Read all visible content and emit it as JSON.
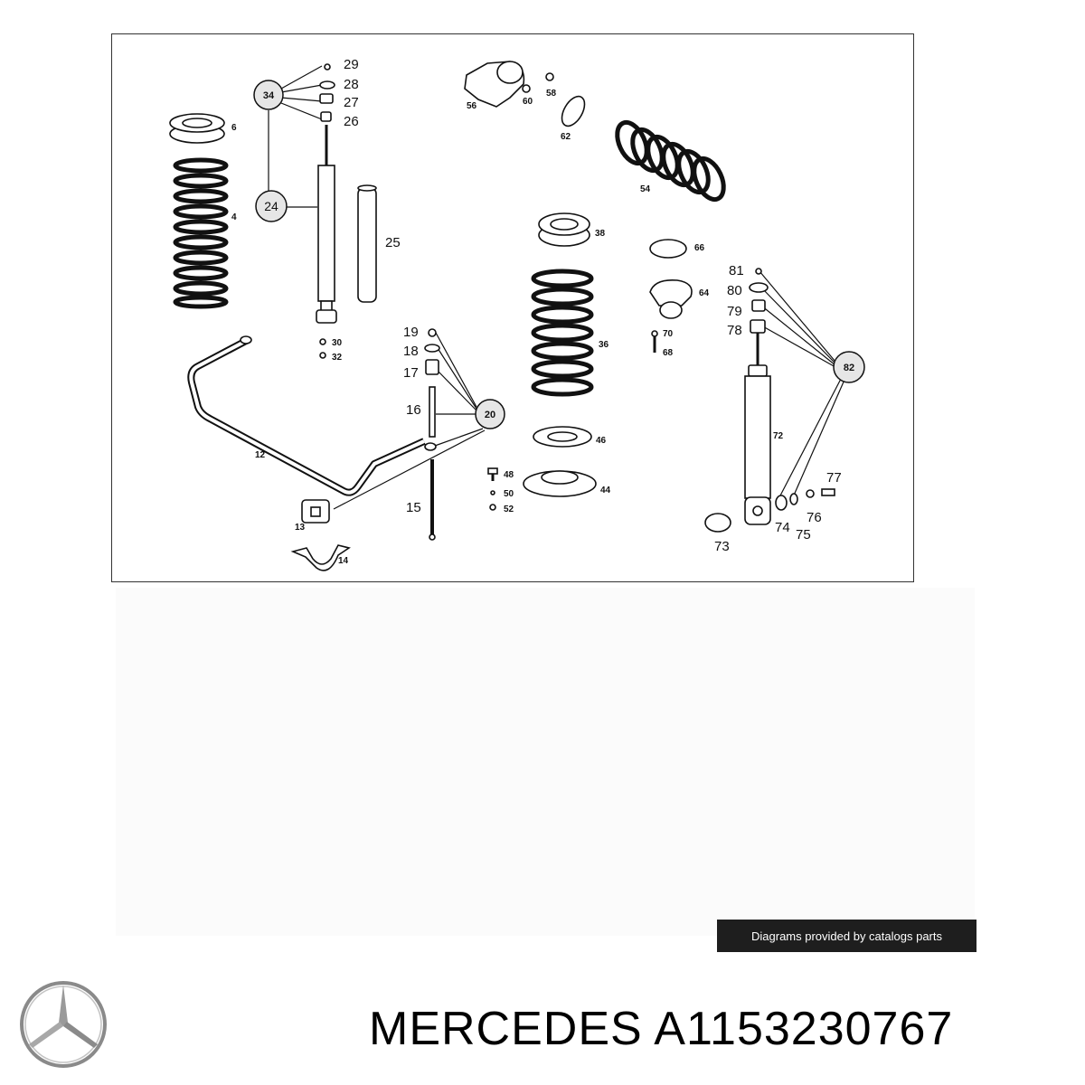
{
  "diagram": {
    "callouts": [
      {
        "id": "34",
        "text": "34"
      },
      {
        "id": "24",
        "text": "24"
      },
      {
        "id": "20",
        "text": "20"
      },
      {
        "id": "82",
        "text": "82"
      }
    ],
    "labels": [
      {
        "id": "29",
        "text": "29"
      },
      {
        "id": "28",
        "text": "28"
      },
      {
        "id": "27",
        "text": "27"
      },
      {
        "id": "26",
        "text": "26"
      },
      {
        "id": "6",
        "text": "6"
      },
      {
        "id": "4",
        "text": "4"
      },
      {
        "id": "25",
        "text": "25"
      },
      {
        "id": "30",
        "text": "30"
      },
      {
        "id": "32",
        "text": "32"
      },
      {
        "id": "12",
        "text": "12"
      },
      {
        "id": "13",
        "text": "13"
      },
      {
        "id": "14",
        "text": "14"
      },
      {
        "id": "19",
        "text": "19"
      },
      {
        "id": "18",
        "text": "18"
      },
      {
        "id": "17",
        "text": "17"
      },
      {
        "id": "16",
        "text": "16"
      },
      {
        "id": "15",
        "text": "15"
      },
      {
        "id": "56",
        "text": "56"
      },
      {
        "id": "60",
        "text": "60"
      },
      {
        "id": "58",
        "text": "58"
      },
      {
        "id": "62",
        "text": "62"
      },
      {
        "id": "54",
        "text": "54"
      },
      {
        "id": "38",
        "text": "38"
      },
      {
        "id": "36",
        "text": "36"
      },
      {
        "id": "46",
        "text": "46"
      },
      {
        "id": "48",
        "text": "48"
      },
      {
        "id": "50",
        "text": "50"
      },
      {
        "id": "52",
        "text": "52"
      },
      {
        "id": "44",
        "text": "44"
      },
      {
        "id": "66",
        "text": "66"
      },
      {
        "id": "64",
        "text": "64"
      },
      {
        "id": "70",
        "text": "70"
      },
      {
        "id": "68",
        "text": "68"
      },
      {
        "id": "81",
        "text": "81"
      },
      {
        "id": "80",
        "text": "80"
      },
      {
        "id": "79",
        "text": "79"
      },
      {
        "id": "78",
        "text": "78"
      },
      {
        "id": "72",
        "text": "72"
      },
      {
        "id": "77",
        "text": "77"
      },
      {
        "id": "76",
        "text": "76"
      },
      {
        "id": "74",
        "text": "74"
      },
      {
        "id": "75",
        "text": "75"
      },
      {
        "id": "73",
        "text": "73"
      }
    ]
  },
  "credit": "Diagrams provided by catalogs parts",
  "brand": {
    "title": "MERCEDES A1153230767",
    "logo_icon": "mercedes-star-icon"
  }
}
